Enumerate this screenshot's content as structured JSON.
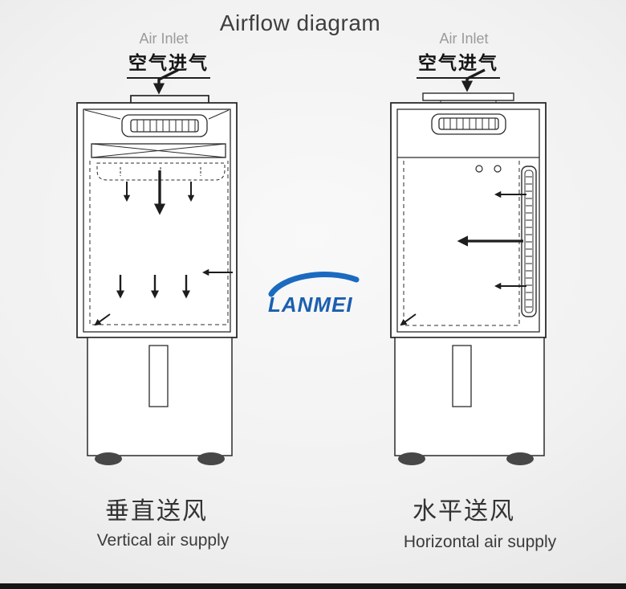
{
  "title": "Airflow diagram",
  "logo": {
    "text": "LANMEI",
    "color": "#1b6ac0"
  },
  "diagrams": [
    {
      "name": "vertical-air-supply-unit",
      "air_inlet_en": "Air Inlet",
      "air_inlet_zh": "空气进气",
      "caption_zh": "垂直送风",
      "caption_en": "Vertical air supply",
      "airflow_direction": "down"
    },
    {
      "name": "horizontal-air-supply-unit",
      "air_inlet_en": "Air Inlet",
      "air_inlet_zh": "空气进气",
      "caption_zh": "水平送风",
      "caption_en": "Horizontal air supply",
      "airflow_direction": "left"
    }
  ],
  "colors": {
    "background": "#ededed",
    "line": "#2b2b2b",
    "arrow": "#1d1d1d",
    "label_gray": "#9b9b9b",
    "text_dark": "#3b3b3b",
    "logo_blue": "#1b6ac0"
  }
}
